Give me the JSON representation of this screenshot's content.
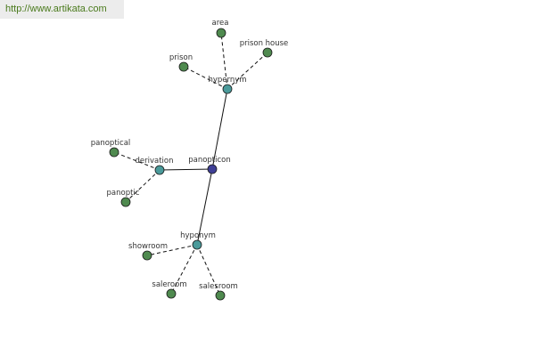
{
  "banner": {
    "url_text": "http://www.artikata.com"
  },
  "colors": {
    "root": "#3f3f96",
    "relation": "#4a9a9a",
    "word": "#4f8a4f",
    "banner_text": "#4a7a1c"
  },
  "graph": {
    "nodes": [
      {
        "id": "panopticon",
        "label": "panopticon",
        "kind": "root"
      },
      {
        "id": "hypernym",
        "label": "hypernym",
        "kind": "relation"
      },
      {
        "id": "derivation",
        "label": "derivation",
        "kind": "relation"
      },
      {
        "id": "hyponym",
        "label": "hyponym",
        "kind": "relation"
      },
      {
        "id": "area",
        "label": "area",
        "kind": "word"
      },
      {
        "id": "prison",
        "label": "prison",
        "kind": "word"
      },
      {
        "id": "prison_house",
        "label": "prison house",
        "kind": "word"
      },
      {
        "id": "panoptical",
        "label": "panoptical",
        "kind": "word"
      },
      {
        "id": "panoptic",
        "label": "panoptic",
        "kind": "word"
      },
      {
        "id": "showroom",
        "label": "showroom",
        "kind": "word"
      },
      {
        "id": "saleroom",
        "label": "saleroom",
        "kind": "word"
      },
      {
        "id": "salesroom",
        "label": "salesroom",
        "kind": "word"
      }
    ],
    "edges": [
      {
        "from": "panopticon",
        "to": "hypernym",
        "style": "solid"
      },
      {
        "from": "panopticon",
        "to": "derivation",
        "style": "solid"
      },
      {
        "from": "panopticon",
        "to": "hyponym",
        "style": "solid"
      },
      {
        "from": "hypernym",
        "to": "area",
        "style": "dashed"
      },
      {
        "from": "hypernym",
        "to": "prison",
        "style": "dashed"
      },
      {
        "from": "hypernym",
        "to": "prison_house",
        "style": "dashed"
      },
      {
        "from": "derivation",
        "to": "panoptical",
        "style": "dashed"
      },
      {
        "from": "derivation",
        "to": "panoptic",
        "style": "dashed"
      },
      {
        "from": "hyponym",
        "to": "showroom",
        "style": "dashed"
      },
      {
        "from": "hyponym",
        "to": "saleroom",
        "style": "dashed"
      },
      {
        "from": "hyponym",
        "to": "salesroom",
        "style": "dashed"
      }
    ]
  }
}
